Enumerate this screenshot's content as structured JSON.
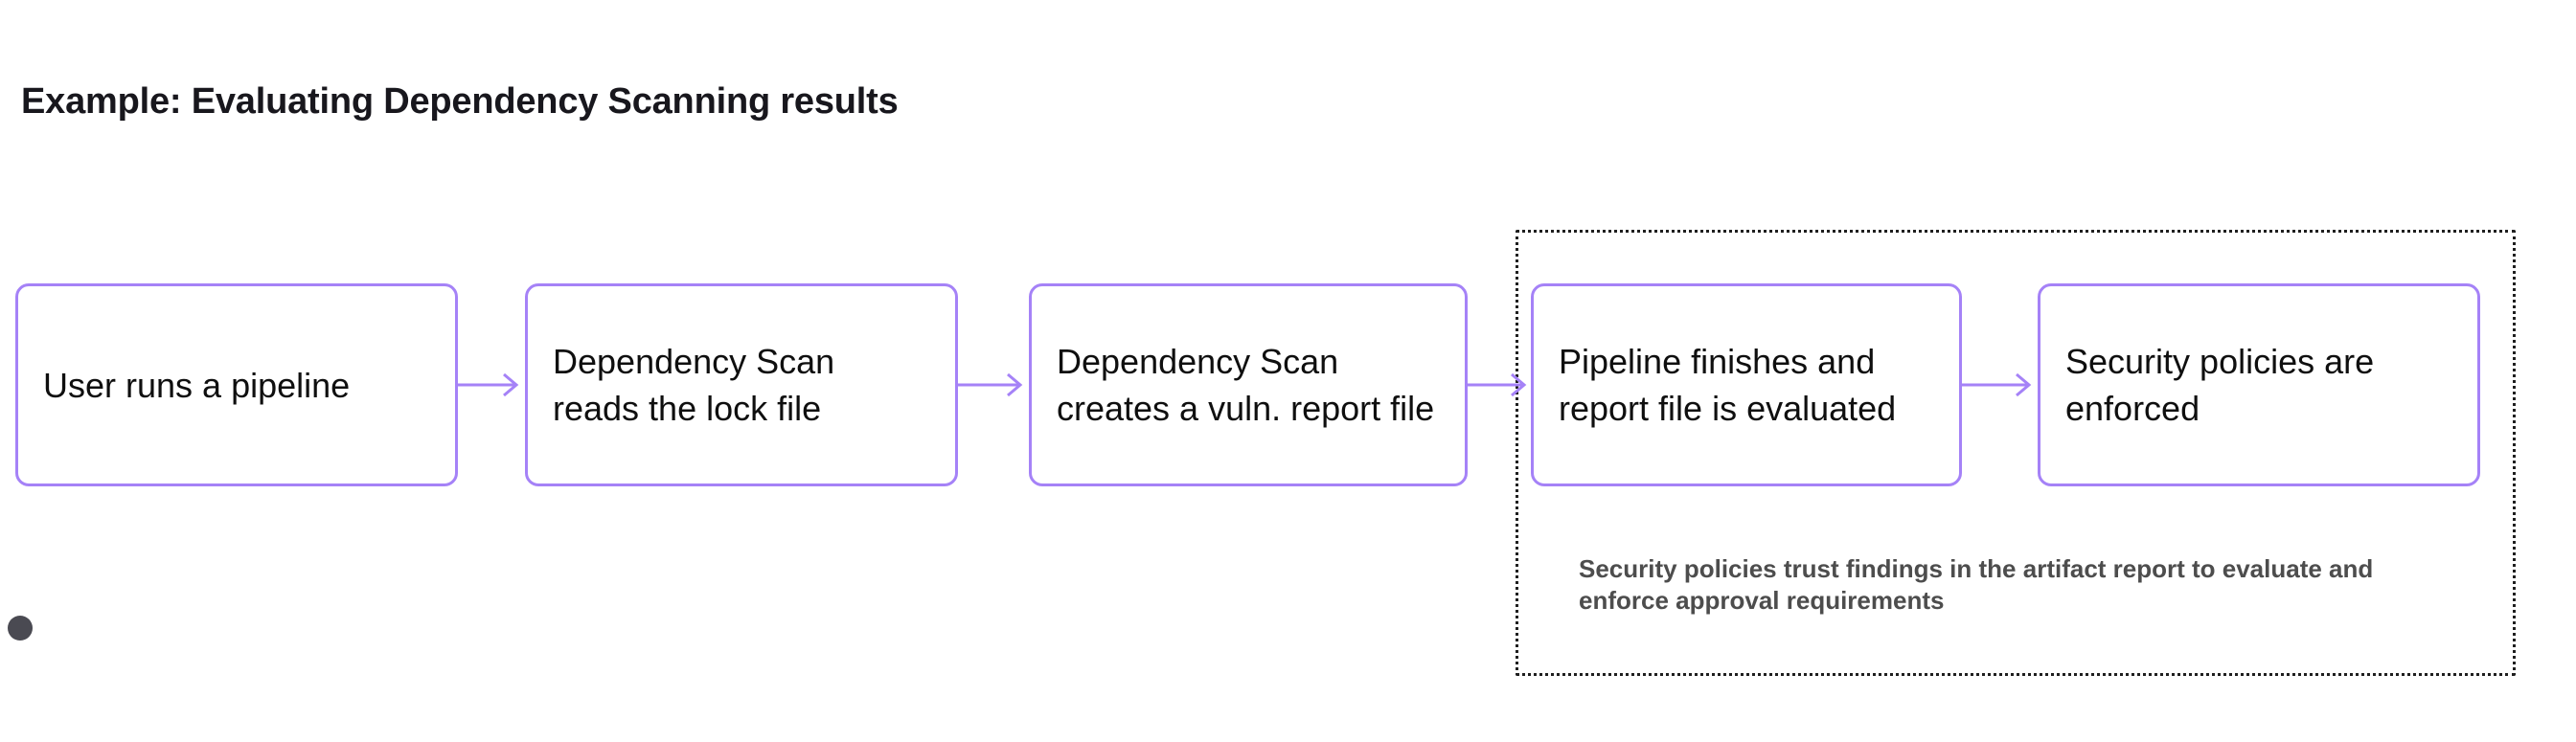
{
  "diagram": {
    "title": "Example: Evaluating Dependency Scanning results",
    "accent_color": "#a582f7",
    "text_color": "#0f0f0f",
    "caption_color": "#4d4d4d",
    "group_border_color": "#1f1f1f",
    "background_color": "#ffffff",
    "nodes": [
      {
        "id": "user-runs-pipeline",
        "label": "User runs a pipeline"
      },
      {
        "id": "scan-reads-lock-file",
        "label": "Dependency Scan reads the lock file"
      },
      {
        "id": "scan-creates-report",
        "label": "Dependency Scan creates a vuln. report file"
      },
      {
        "id": "pipeline-finishes",
        "label": "Pipeline finishes and report file is evaluated"
      },
      {
        "id": "policies-enforced",
        "label": "Security policies are enforced"
      }
    ],
    "connectors": [
      {
        "id": "arrow-1",
        "from": "user-runs-pipeline",
        "to": "scan-reads-lock-file",
        "icon": "arrow-right-icon"
      },
      {
        "id": "arrow-2",
        "from": "scan-reads-lock-file",
        "to": "scan-creates-report",
        "icon": "arrow-right-icon"
      },
      {
        "id": "arrow-3",
        "from": "scan-creates-report",
        "to": "pipeline-finishes",
        "icon": "arrow-right-icon"
      },
      {
        "id": "arrow-4",
        "from": "pipeline-finishes",
        "to": "policies-enforced",
        "icon": "arrow-right-icon"
      }
    ],
    "group": {
      "id": "security-policy-group",
      "contains": [
        "pipeline-finishes",
        "policies-enforced"
      ],
      "caption": "Security policies trust findings in the artifact report to evaluate and enforce approval requirements"
    },
    "handle": {
      "icon": "connection-handle-icon"
    }
  }
}
